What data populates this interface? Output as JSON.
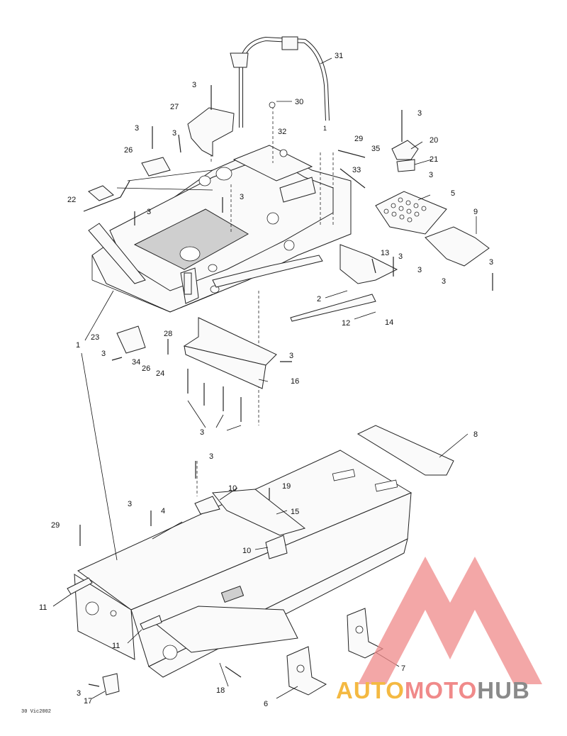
{
  "figure_code": "30 Vic2002",
  "watermark": {
    "part1": "AUTO",
    "part2": "MOTO",
    "part3": "HUB"
  },
  "colors": {
    "watermark_red": "#f08a8a",
    "watermark_yellow": "#f4b942",
    "watermark_grey": "#8a8a8a",
    "line": "#222222"
  },
  "callouts": {
    "c1": "1",
    "c2": "2",
    "c3a": "3",
    "c3b": "3",
    "c3c": "3",
    "c3d": "3",
    "c3e": "3",
    "c3f": "3",
    "c3g": "3",
    "c3h": "3",
    "c3i": "3",
    "c3j": "3",
    "c3k": "3",
    "c3l": "3",
    "c3m": "3",
    "c3n": "3",
    "c3o": "3",
    "c3p": "3",
    "c3q": "3",
    "c4": "4",
    "c5": "5",
    "c6": "6",
    "c7": "7",
    "c8": "8",
    "c9": "9",
    "c10a": "10",
    "c10b": "10",
    "c11a": "11",
    "c11b": "11",
    "c12": "12",
    "c13": "13",
    "c14": "14",
    "c15": "15",
    "c16": "16",
    "c17": "17",
    "c18": "18",
    "c19": "19",
    "c20": "20",
    "c21": "21",
    "c22": "22",
    "c23": "23",
    "c24": "24",
    "c26a": "26",
    "c26b": "26",
    "c27": "27",
    "c28": "28",
    "c29a": "29",
    "c29b": "29",
    "c30": "30",
    "c31": "31",
    "c32": "32",
    "c33": "33",
    "c34": "34",
    "c35": "35",
    "c1b": "1"
  }
}
